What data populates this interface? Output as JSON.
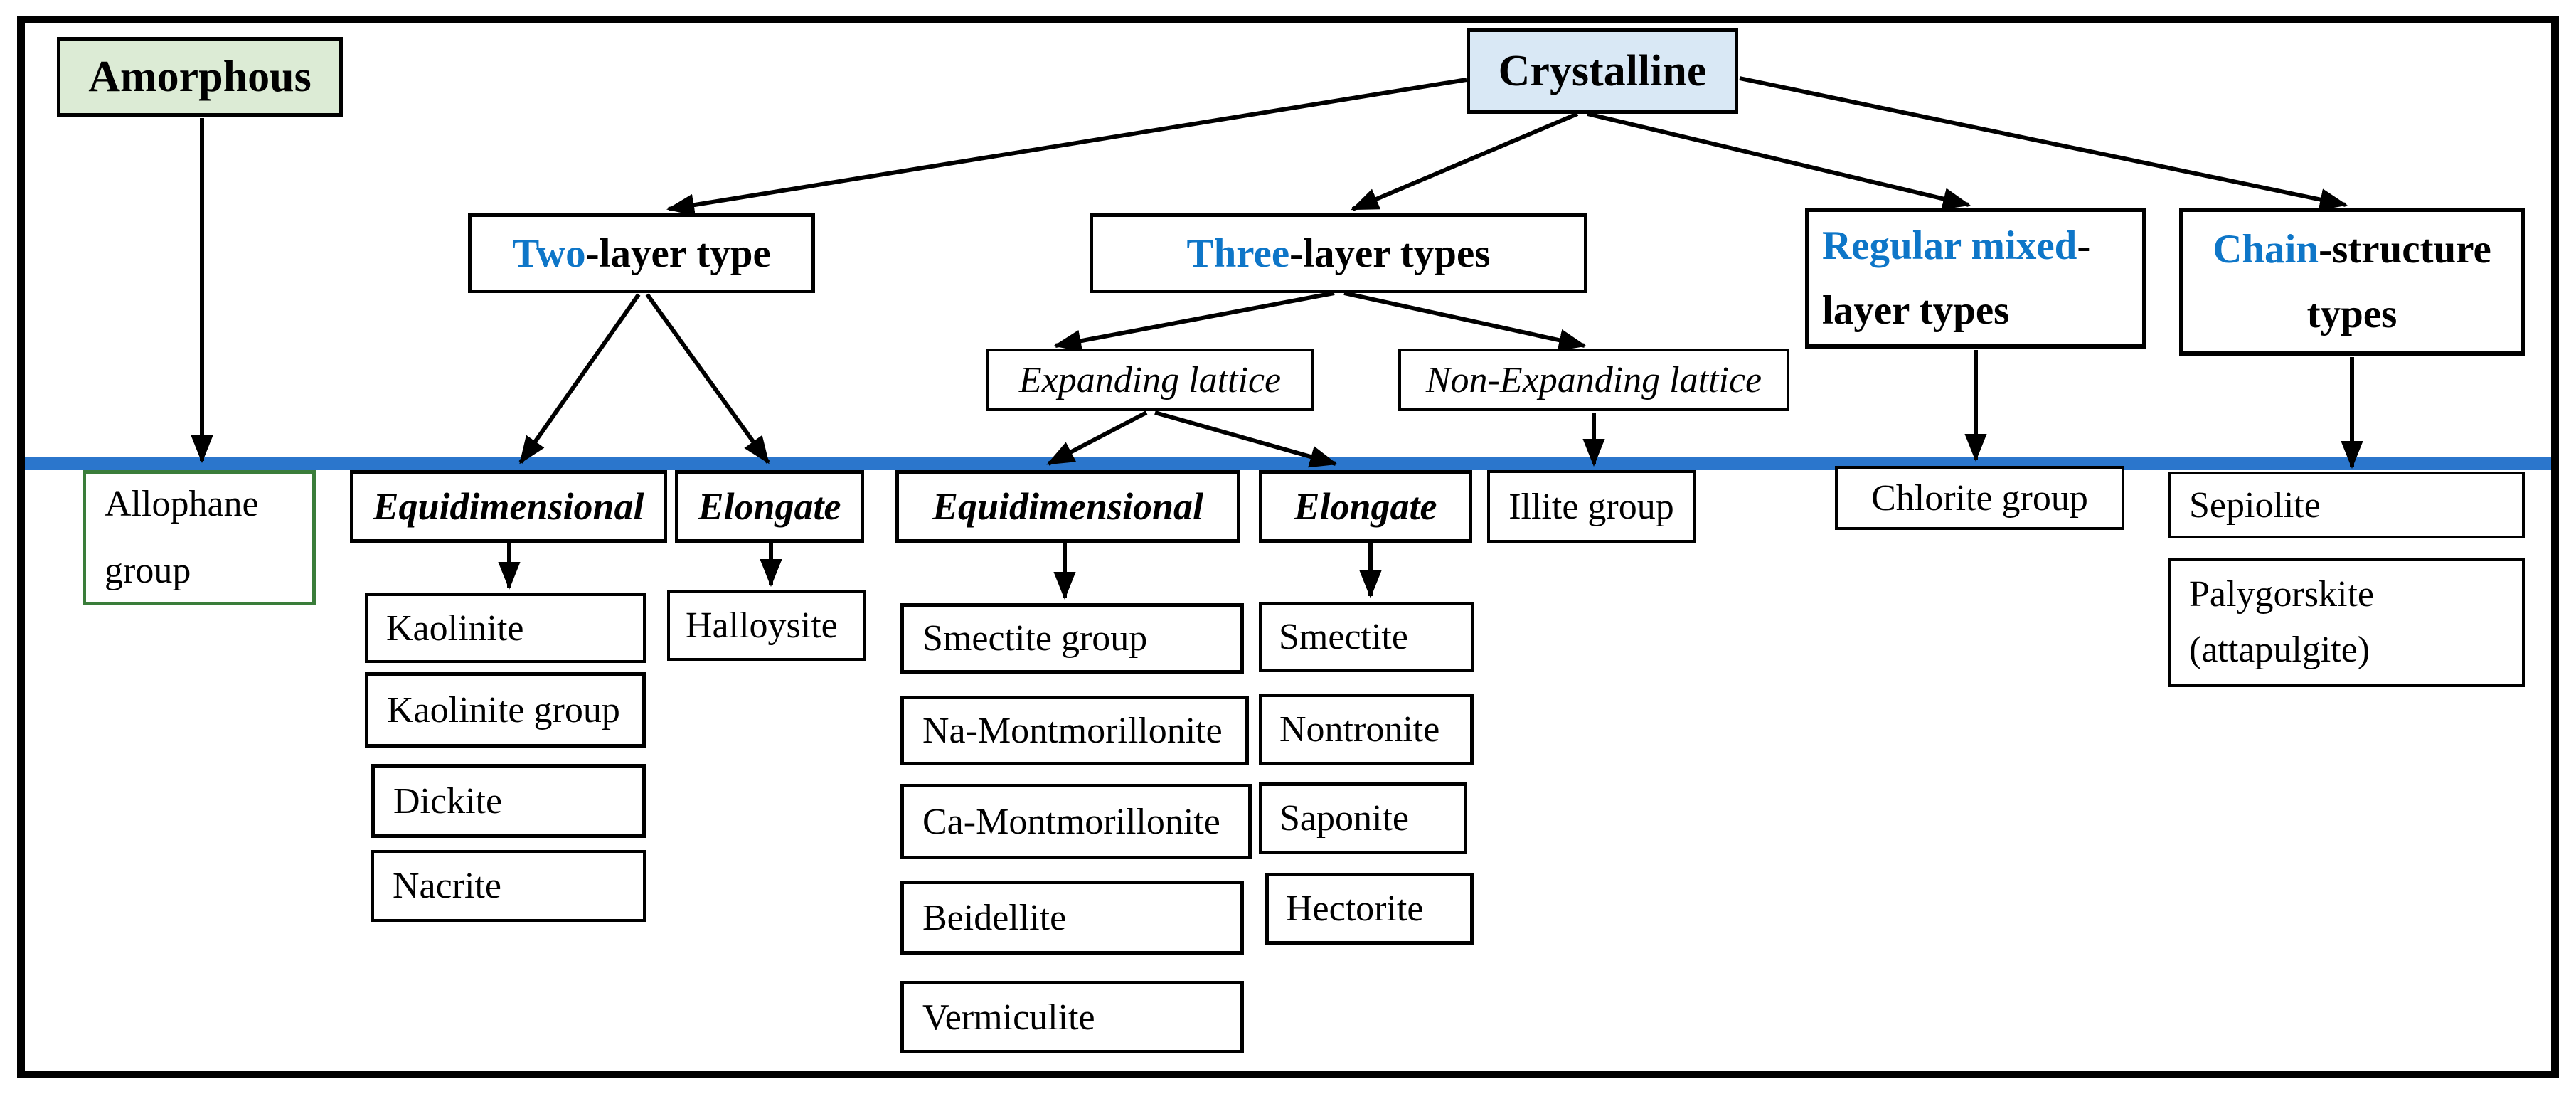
{
  "colors": {
    "highlight_blue": "#0E76C8",
    "divider_blue": "#2B76CC",
    "amorphous_fill": "#DCEBD5",
    "crystalline_fill": "#D9E8F5",
    "allophane_border": "#3A7D3A",
    "box_border": "#000000"
  },
  "nodes": {
    "amorphous": {
      "label": "Amorphous"
    },
    "crystalline": {
      "label": "Crystalline"
    },
    "two_layer": {
      "highlight": "Two",
      "rest": "-layer type"
    },
    "three_layer": {
      "highlight": "Three",
      "rest": "-layer types"
    },
    "regular_mixed": {
      "highlight": "Regular mixed",
      "dash": "-",
      "line2": "layer types"
    },
    "chain_structure": {
      "highlight": "Chain",
      "rest": "-structure",
      "line2": "types"
    },
    "expanding": {
      "label": "Expanding lattice"
    },
    "non_expanding": {
      "label": "Non-Expanding lattice"
    },
    "allophane": {
      "line1": "Allophane",
      "line2": "group"
    },
    "equidimensional_two": {
      "label": "Equidimensional"
    },
    "elongate_two": {
      "label": "Elongate"
    },
    "equidimensional_three": {
      "label": "Equidimensional"
    },
    "elongate_three": {
      "label": "Elongate"
    },
    "illite": {
      "label": "Illite group"
    },
    "chlorite": {
      "label": "Chlorite group"
    },
    "sepiolite": {
      "label": "Sepiolite"
    },
    "palygorskite": {
      "line1": "Palygorskite",
      "line2": "(attapulgite)"
    },
    "kaolinite": {
      "label": "Kaolinite"
    },
    "kaolinite_group": {
      "label": "Kaolinite group"
    },
    "dickite": {
      "label": "Dickite"
    },
    "nacrite": {
      "label": "Nacrite"
    },
    "halloysite": {
      "label": "Halloysite"
    },
    "smectite_group": {
      "label": "Smectite group"
    },
    "na_montmorillonite": {
      "label": "Na-Montmorillonite"
    },
    "ca_montmorillonite": {
      "label": "Ca-Montmorillonite"
    },
    "beidellite": {
      "label": "Beidellite"
    },
    "vermiculite": {
      "label": "Vermiculite"
    },
    "smectite": {
      "label": "Smectite"
    },
    "nontronite": {
      "label": "Nontronite"
    },
    "saponite": {
      "label": "Saponite"
    },
    "hectorite": {
      "label": "Hectorite"
    }
  },
  "edges": [
    {
      "from": "amorphous",
      "to": "allophane"
    },
    {
      "from": "crystalline",
      "to": "two_layer"
    },
    {
      "from": "crystalline",
      "to": "three_layer"
    },
    {
      "from": "crystalline",
      "to": "regular_mixed"
    },
    {
      "from": "crystalline",
      "to": "chain_structure"
    },
    {
      "from": "two_layer",
      "to": "equidimensional_two"
    },
    {
      "from": "two_layer",
      "to": "elongate_two"
    },
    {
      "from": "three_layer",
      "to": "expanding"
    },
    {
      "from": "three_layer",
      "to": "non_expanding"
    },
    {
      "from": "expanding",
      "to": "equidimensional_three"
    },
    {
      "from": "expanding",
      "to": "elongate_three"
    },
    {
      "from": "non_expanding",
      "to": "illite"
    },
    {
      "from": "regular_mixed",
      "to": "chlorite"
    },
    {
      "from": "chain_structure",
      "to": "sepiolite"
    },
    {
      "from": "equidimensional_two",
      "to": "kaolinite"
    },
    {
      "from": "elongate_two",
      "to": "halloysite"
    },
    {
      "from": "equidimensional_three",
      "to": "smectite_group"
    },
    {
      "from": "elongate_three",
      "to": "smectite"
    }
  ]
}
